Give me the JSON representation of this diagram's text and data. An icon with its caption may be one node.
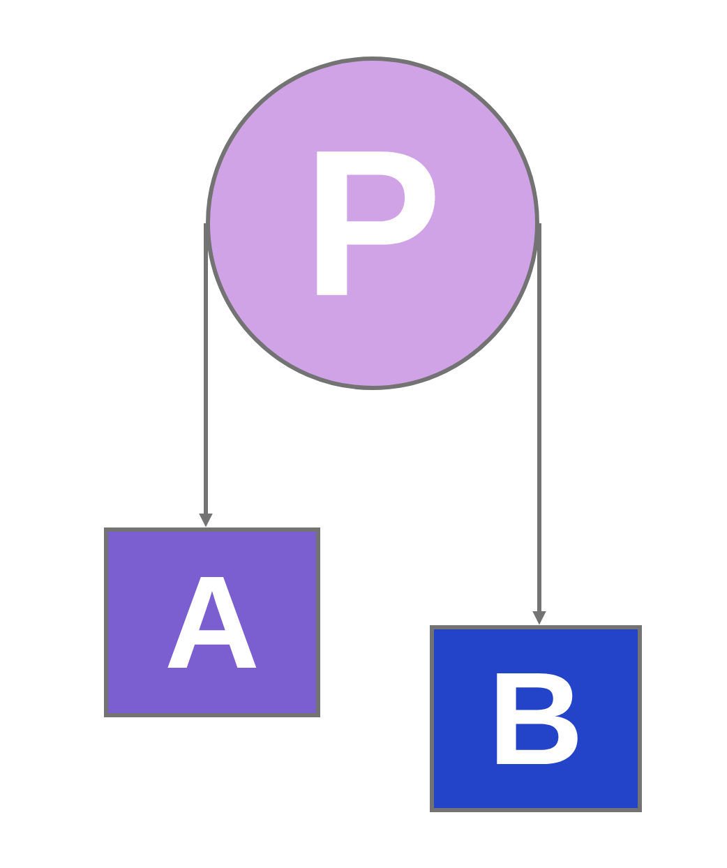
{
  "diagram": {
    "nodes": [
      {
        "text": [
          "P"
        ]
      },
      {
        "text": [
          "A"
        ]
      },
      {
        "text": [
          "B"
        ]
      }
    ],
    "edges": [
      {
        "from": 0,
        "to": 1,
        "arrow": "to"
      },
      {
        "from": 0,
        "to": 2,
        "arrow": "to"
      }
    ]
  }
}
